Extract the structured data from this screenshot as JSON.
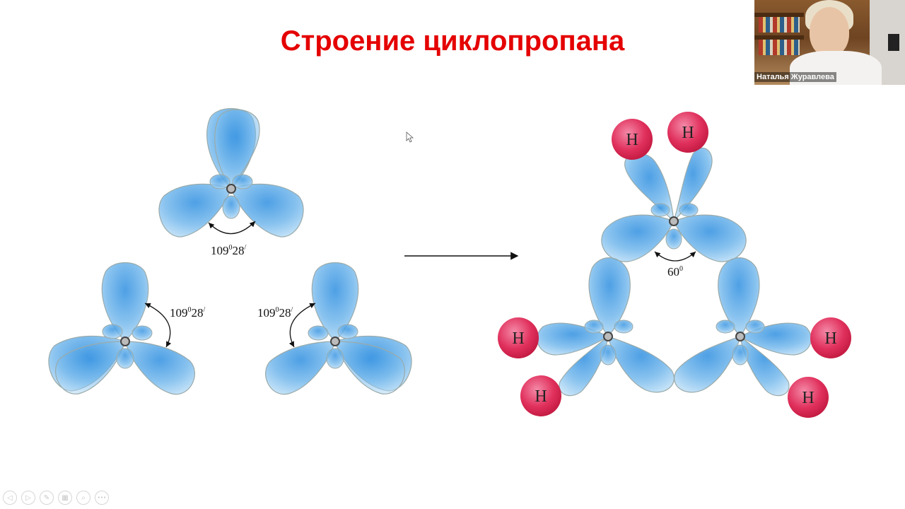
{
  "slide": {
    "title": "Строение циклопропана"
  },
  "diagram": {
    "angle_tetrahedral": {
      "base": "109",
      "deg": "0",
      "rest": "28",
      "prime": "/"
    },
    "angle_ring": {
      "base": "60",
      "deg": "0"
    },
    "hydrogen_label": "H",
    "hydrogens": [
      "H",
      "H",
      "H",
      "H",
      "H",
      "H"
    ],
    "colors": {
      "orbital_fill": "#74b8ec",
      "orbital_stroke": "#a9a9a9",
      "hydrogen": "#d6214e",
      "title": "#e50000"
    }
  },
  "webcam": {
    "participant_name": "Наталья Журавлева"
  },
  "controls": [
    {
      "icon": "previous-icon",
      "glyph": "◁"
    },
    {
      "icon": "next-icon",
      "glyph": "▷"
    },
    {
      "icon": "pen-icon",
      "glyph": "✎"
    },
    {
      "icon": "slides-grid-icon",
      "glyph": "▦"
    },
    {
      "icon": "zoom-icon",
      "glyph": "⌕"
    },
    {
      "icon": "more-icon",
      "glyph": "•••"
    }
  ]
}
